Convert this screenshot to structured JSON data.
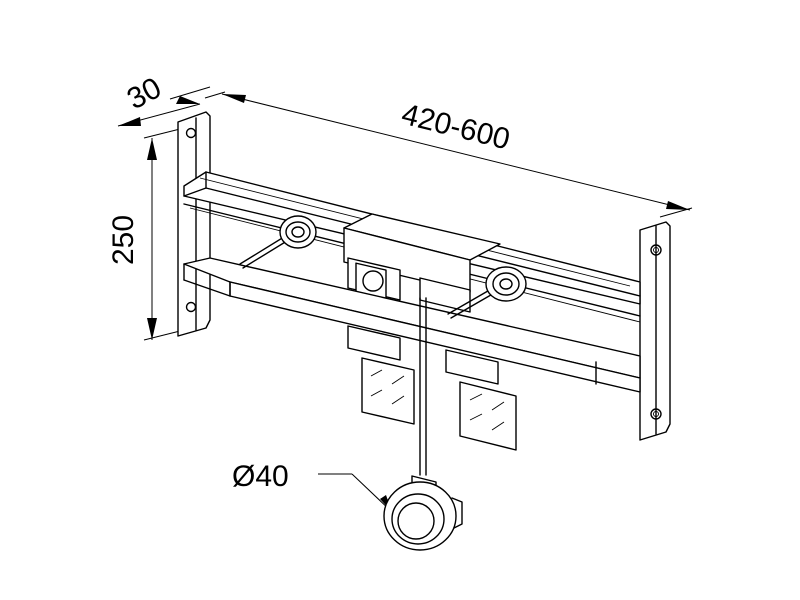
{
  "dimensions": {
    "depth": "30",
    "width": "420-600",
    "height": "250",
    "diameter": "Ø40"
  },
  "colors": {
    "line": "#000000",
    "background": "#ffffff"
  }
}
